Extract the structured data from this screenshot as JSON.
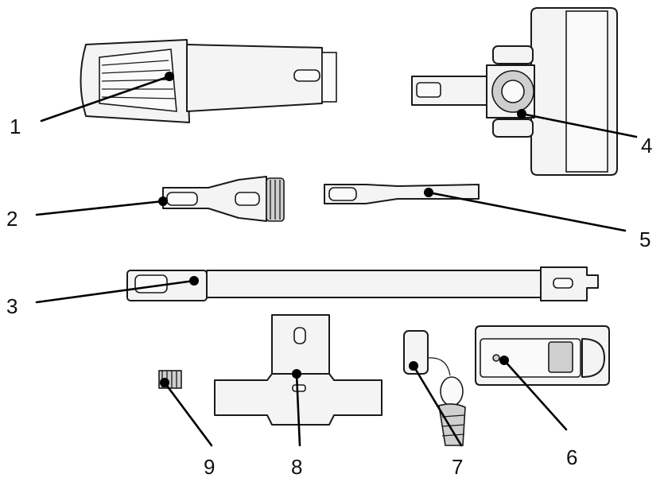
{
  "callouts": [
    {
      "number": "1"
    },
    {
      "number": "2"
    },
    {
      "number": "3"
    },
    {
      "number": "4"
    },
    {
      "number": "5"
    },
    {
      "number": "6"
    },
    {
      "number": "7"
    },
    {
      "number": "8"
    },
    {
      "number": "9"
    }
  ]
}
